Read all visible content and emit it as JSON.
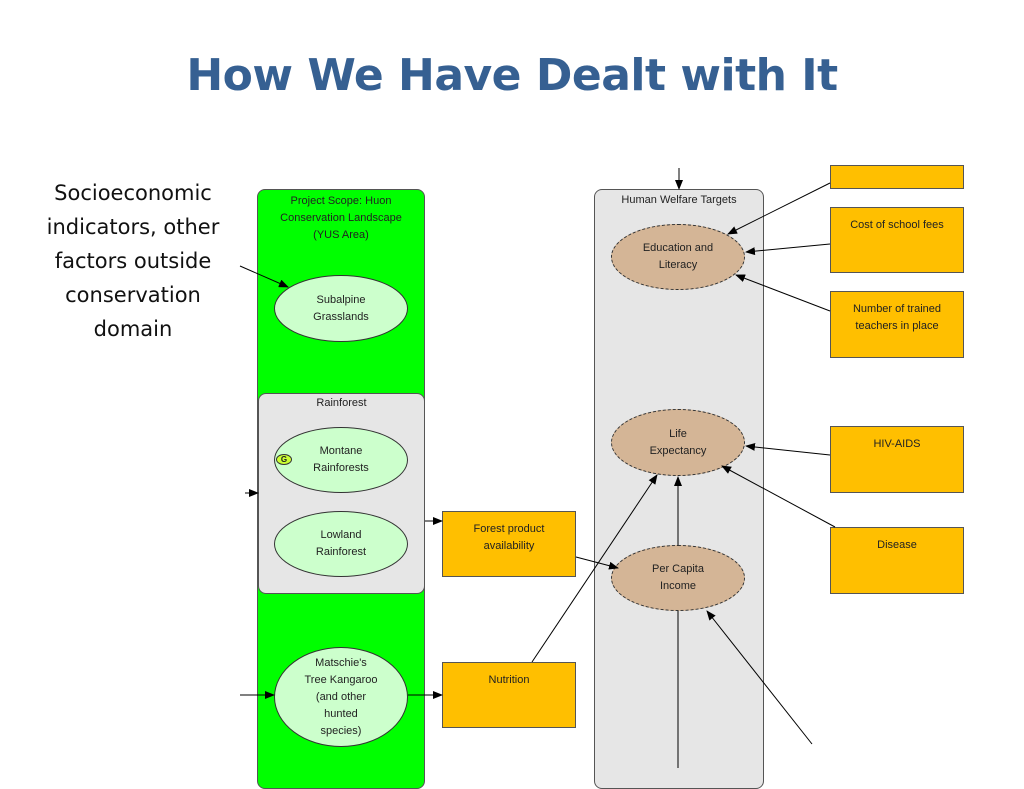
{
  "title": "How We Have Dealt with It",
  "side_note": "Socioeconomic indicators, other factors outside conservation domain",
  "scope_panel": {
    "title": "Project Scope: Huon\nConservation Landscape\n(YUS Area)"
  },
  "rainforest_panel": {
    "title": "Rainforest"
  },
  "hwt_panel": {
    "title": "Human Welfare Targets"
  },
  "nodes": {
    "subalpine": "Subalpine\nGrasslands",
    "montane": "Montane\nRainforests",
    "lowland": "Lowland\nRainforest",
    "kangaroo": "Matschie's\nTree Kangaroo\n(and other\nhunted\nspecies)",
    "education": "Education and\nLiteracy",
    "life": "Life\nExpectancy",
    "income": "Per Capita\nIncome",
    "forest_product": "Forest product\navailability",
    "nutrition": "Nutrition",
    "school_fees": "Cost of school fees",
    "teachers": "Number of trained\nteachers in place",
    "hiv": "HIV-AIDS",
    "disease": "Disease",
    "badge": "G"
  },
  "colors": {
    "title": "#366092",
    "scope_green": "#00ff00",
    "biodiversity_target": "#ccffcc",
    "human_target": "#d4b596",
    "factor_box": "#ffbf00",
    "panel_grey": "#e6e6e6"
  }
}
